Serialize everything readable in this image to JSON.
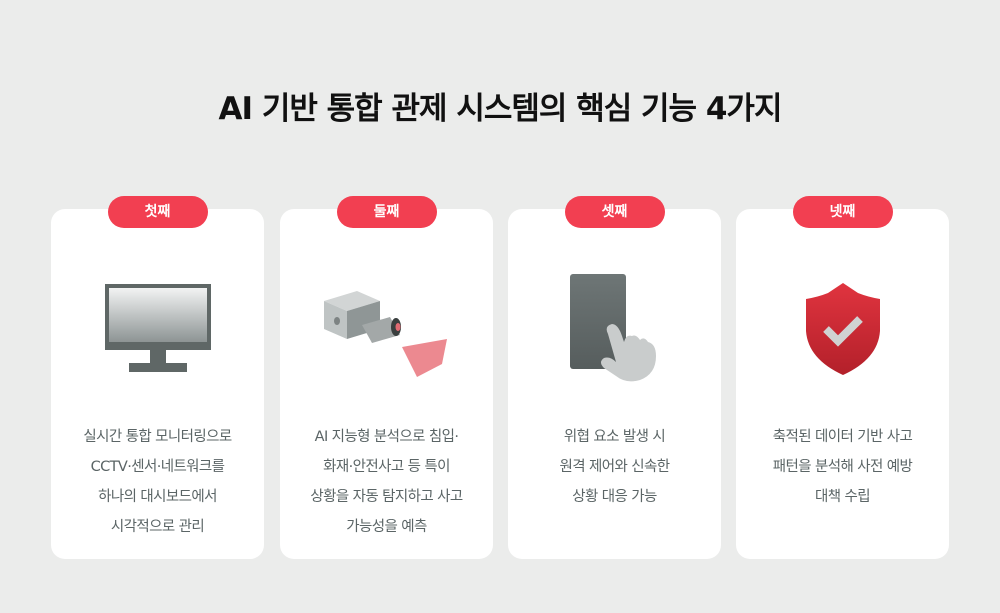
{
  "title": "AI 기반 통합 관제 시스템의 핵심 기능 4가지",
  "colors": {
    "background": "#ebeceb",
    "card": "#ffffff",
    "badge": "#f23f51",
    "text": "#5b6566",
    "title": "#111111"
  },
  "cards": [
    {
      "badge": "첫째",
      "icon": "monitor-icon",
      "description": "실시간 통합 모니터링으로\nCCTV·센서·네트워크를\n하나의 대시보드에서\n시각적으로 관리"
    },
    {
      "badge": "둘째",
      "icon": "security-camera-icon",
      "description": "AI 지능형 분석으로 침입·\n화재·안전사고 등 특이\n상황을 자동 탐지하고 사고\n가능성을 예측"
    },
    {
      "badge": "셋째",
      "icon": "tablet-touch-icon",
      "description": "위협 요소 발생 시\n원격 제어와 신속한\n상황 대응 가능"
    },
    {
      "badge": "넷째",
      "icon": "shield-check-icon",
      "description": "축적된 데이터 기반 사고\n패턴을 분석해 사전 예방\n대책 수립"
    }
  ]
}
